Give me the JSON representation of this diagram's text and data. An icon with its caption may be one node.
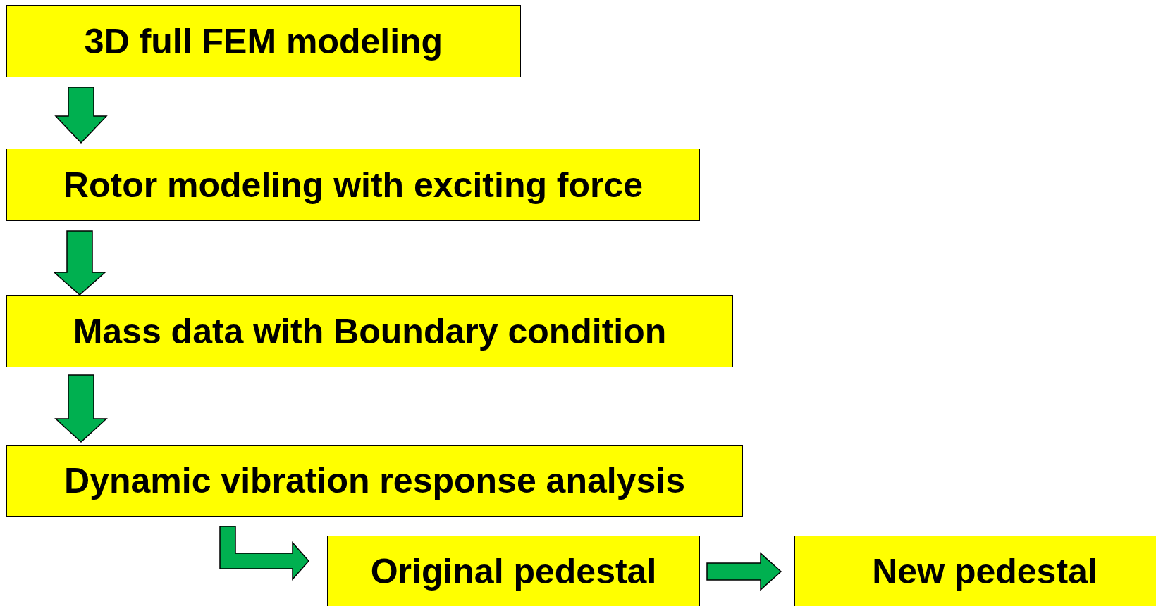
{
  "diagram": {
    "nodes": [
      {
        "text": [
          "3D full FEM modeling"
        ]
      },
      {
        "text": [
          "Rotor modeling with exciting force"
        ]
      },
      {
        "text": [
          "Mass data with Boundary condition"
        ]
      },
      {
        "text": [
          "Dynamic vibration response analysis"
        ]
      },
      {
        "text": [
          "Original pedestal"
        ]
      },
      {
        "text": [
          "New pedestal"
        ]
      }
    ],
    "edges": [
      {
        "from": 0,
        "to": 1,
        "arrow": "to"
      },
      {
        "from": 1,
        "to": 2,
        "arrow": "to"
      },
      {
        "from": 2,
        "to": 3,
        "arrow": "to"
      },
      {
        "from": 3,
        "to": 4,
        "arrow": "to"
      },
      {
        "from": 4,
        "to": 5,
        "arrow": "to"
      }
    ]
  }
}
